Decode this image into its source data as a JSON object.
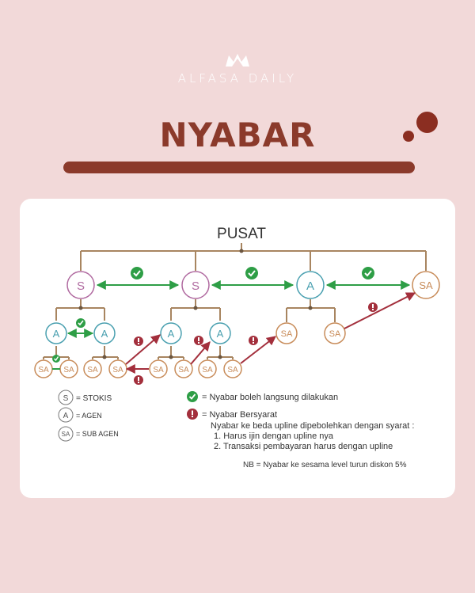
{
  "brand": {
    "name": "ALFASA DAILY"
  },
  "title": "NYABAR",
  "diagram": {
    "root": "PUSAT",
    "nodes": {
      "stokis": "S",
      "agen": "A",
      "sub_agen": "SA"
    },
    "legend": {
      "s_symbol": "S",
      "s_text": "= STOKIS",
      "a_symbol": "A",
      "a_text": "= AGEN",
      "sa_symbol": "SA",
      "sa_text": "= SUB AGEN",
      "allowed": "= Nyabar boleh langsung dilakukan",
      "conditional": "= Nyabar Bersyarat",
      "conditional_desc": "Nyabar ke beda upline dipebolehkan dengan syarat :",
      "condition_1": "1. Harus ijin dengan upline nya",
      "condition_2": "2. Transaksi pembayaran harus dengan upline",
      "note": "NB = Nyabar ke sesama level turun diskon 5%"
    }
  },
  "colors": {
    "background": "#f2d9d9",
    "accent": "#8b3a2b",
    "tree_line": "#a88560",
    "stokis": "#b06aa0",
    "agen": "#4aa0b0",
    "sub_agen": "#c88c5a",
    "allowed": "#2e9e46",
    "conditional": "#a32f3c"
  }
}
